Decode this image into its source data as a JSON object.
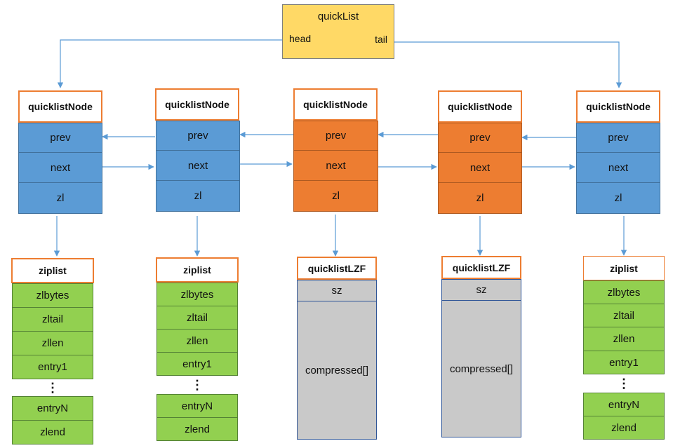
{
  "quicklist": {
    "title": "quickList",
    "head": "head",
    "tail": "tail"
  },
  "nodes": [
    {
      "header": "quicklistNode",
      "fields": [
        "prev",
        "next",
        "zl"
      ],
      "color": "#5b9bd5"
    },
    {
      "header": "quicklistNode",
      "fields": [
        "prev",
        "next",
        "zl"
      ],
      "color": "#5b9bd5"
    },
    {
      "header": "quicklistNode",
      "fields": [
        "prev",
        "next",
        "zl"
      ],
      "color": "#ed7d31"
    },
    {
      "header": "quicklistNode",
      "fields": [
        "prev",
        "next",
        "zl"
      ],
      "color": "#ed7d31"
    },
    {
      "header": "quicklistNode",
      "fields": [
        "prev",
        "next",
        "zl"
      ],
      "color": "#5b9bd5"
    }
  ],
  "ziplist": {
    "header": "ziplist",
    "entries": [
      "zlbytes",
      "zltail",
      "zllen",
      "entry1"
    ],
    "ellipsis": "⋮",
    "tail_entries": [
      "entryN",
      "zlend"
    ],
    "color": "#92d050"
  },
  "lzf": {
    "header": "quicklistLZF",
    "sz": "sz",
    "compressed": "compressed[]",
    "color": "#c9c9c9"
  },
  "colors": {
    "header_border": "#ed7d31",
    "arrow": "#5b9bd5"
  }
}
